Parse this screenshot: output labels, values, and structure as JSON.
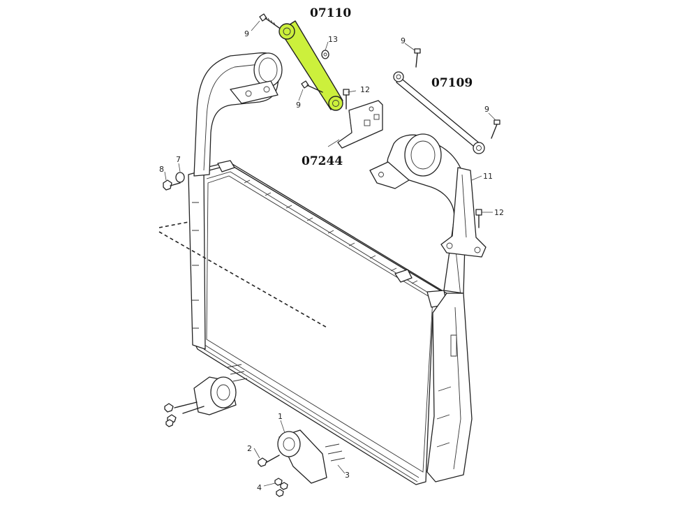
{
  "highlight_color": "#ccf03c",
  "part_codes": {
    "torque_rod_left": "07110",
    "torque_rod_right": "07109",
    "bracket": "07244"
  },
  "callouts": {
    "c9a": "9",
    "c13": "13",
    "c12a": "12",
    "c9b": "9",
    "c9c": "9",
    "c9d": "9",
    "c7": "7",
    "c8": "8",
    "c11": "11",
    "c12b": "12",
    "c1": "1",
    "c2": "2",
    "c3": "3",
    "c4": "4"
  }
}
